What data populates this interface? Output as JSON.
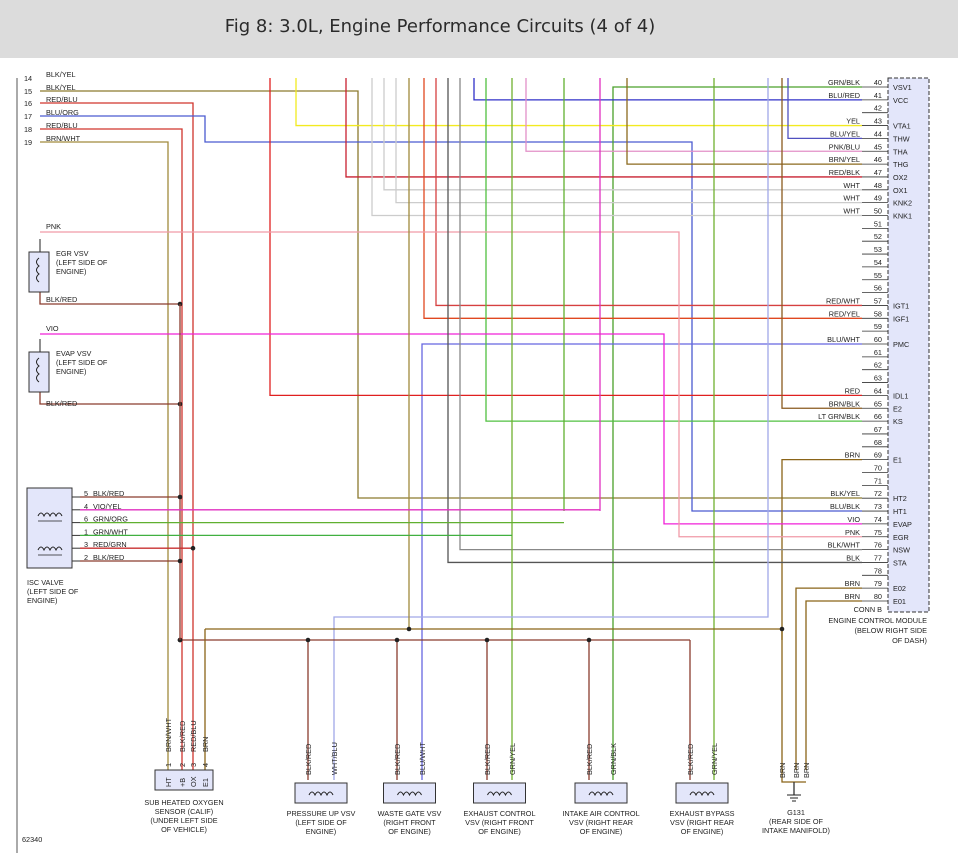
{
  "header": {
    "title": "Fig 8: 3.0L, Engine Performance Circuits (4 of 4)"
  },
  "figure_number": "62340",
  "colors": {
    "BLK/YEL": "#8c7a2e",
    "RED/BLU": "#d0342c",
    "BLU/ORG": "#4a5bd0",
    "BRN/WHT": "#a08a3c",
    "PNK": "#f09aa8",
    "BLK/RED": "#8a3c2e",
    "VIO": "#f020d8",
    "GRN/BLK": "#4aa02a",
    "BLU/RED": "#3030c8",
    "YEL": "#f2ea20",
    "BLU/YEL": "#5050c0",
    "PNK/BLU": "#e290c8",
    "BRN/YEL": "#8c6a1e",
    "RED/BLK": "#c82030",
    "WHT": "#cccccc",
    "RED/WHT": "#d64040",
    "RED/YEL": "#e04820",
    "BLU/WHT": "#6666e0",
    "RED": "#e02020",
    "BRN/BLK": "#8a5a1e",
    "LT GRN/BLK": "#50c040",
    "BRN": "#8a6418",
    "BLK": "#555555",
    "BLK/WHT": "#888888",
    "GRN/ORG": "#60b030",
    "GRN/WHT": "#40b040",
    "RED/GRN": "#c83030",
    "VIO/YEL": "#e030c0",
    "GRN/YEL": "#70b030",
    "WHT/BLU": "#a0a8e8"
  },
  "ecm_pins": [
    {
      "pin": "40",
      "wire": "GRN/BLK",
      "sig": "VSV1"
    },
    {
      "pin": "41",
      "wire": "BLU/RED",
      "sig": "VCC"
    },
    {
      "pin": "42",
      "wire": "",
      "sig": ""
    },
    {
      "pin": "43",
      "wire": "YEL",
      "sig": "VTA1"
    },
    {
      "pin": "44",
      "wire": "BLU/YEL",
      "sig": "THW"
    },
    {
      "pin": "45",
      "wire": "PNK/BLU",
      "sig": "THA"
    },
    {
      "pin": "46",
      "wire": "BRN/YEL",
      "sig": "THG"
    },
    {
      "pin": "47",
      "wire": "RED/BLK",
      "sig": "OX2"
    },
    {
      "pin": "48",
      "wire": "WHT",
      "sig": "OX1"
    },
    {
      "pin": "49",
      "wire": "WHT",
      "sig": "KNK2"
    },
    {
      "pin": "50",
      "wire": "WHT",
      "sig": "KNK1"
    },
    {
      "pin": "51",
      "wire": "",
      "sig": ""
    },
    {
      "pin": "52",
      "wire": "",
      "sig": ""
    },
    {
      "pin": "53",
      "wire": "",
      "sig": ""
    },
    {
      "pin": "54",
      "wire": "",
      "sig": ""
    },
    {
      "pin": "55",
      "wire": "",
      "sig": ""
    },
    {
      "pin": "56",
      "wire": "",
      "sig": ""
    },
    {
      "pin": "57",
      "wire": "RED/WHT",
      "sig": "IGT1"
    },
    {
      "pin": "58",
      "wire": "RED/YEL",
      "sig": "IGF1"
    },
    {
      "pin": "59",
      "wire": "",
      "sig": ""
    },
    {
      "pin": "60",
      "wire": "BLU/WHT",
      "sig": "PMC"
    },
    {
      "pin": "61",
      "wire": "",
      "sig": ""
    },
    {
      "pin": "62",
      "wire": "",
      "sig": ""
    },
    {
      "pin": "63",
      "wire": "",
      "sig": ""
    },
    {
      "pin": "64",
      "wire": "RED",
      "sig": "IDL1"
    },
    {
      "pin": "65",
      "wire": "BRN/BLK",
      "sig": "E2"
    },
    {
      "pin": "66",
      "wire": "LT GRN/BLK",
      "sig": "KS"
    },
    {
      "pin": "67",
      "wire": "",
      "sig": ""
    },
    {
      "pin": "68",
      "wire": "",
      "sig": ""
    },
    {
      "pin": "69",
      "wire": "BRN",
      "sig": "E1"
    },
    {
      "pin": "70",
      "wire": "",
      "sig": ""
    },
    {
      "pin": "71",
      "wire": "",
      "sig": ""
    },
    {
      "pin": "72",
      "wire": "BLK/YEL",
      "sig": "HT2"
    },
    {
      "pin": "73",
      "wire": "BLU/BLK",
      "sig": "HT1"
    },
    {
      "pin": "74",
      "wire": "VIO",
      "sig": "EVAP"
    },
    {
      "pin": "75",
      "wire": "PNK",
      "sig": "EGR"
    },
    {
      "pin": "76",
      "wire": "BLK/WHT",
      "sig": "NSW"
    },
    {
      "pin": "77",
      "wire": "BLK",
      "sig": "STA"
    },
    {
      "pin": "78",
      "wire": "",
      "sig": ""
    },
    {
      "pin": "79",
      "wire": "BRN",
      "sig": "E02"
    },
    {
      "pin": "80",
      "wire": "BRN",
      "sig": "E01"
    }
  ],
  "ecm": {
    "conn_label": "CONN B",
    "label_lines": [
      "ENGINE CONTROL MODULE",
      "(BELOW RIGHT SIDE",
      "OF DASH)"
    ]
  },
  "left_wires": [
    {
      "num": "14",
      "wire": "BLK/YEL"
    },
    {
      "num": "15",
      "wire": "BLK/YEL"
    },
    {
      "num": "16",
      "wire": "RED/BLU"
    },
    {
      "num": "17",
      "wire": "BLU/ORG"
    },
    {
      "num": "18",
      "wire": "RED/BLU"
    },
    {
      "num": "19",
      "wire": "BRN/WHT"
    }
  ],
  "egr_vsv": {
    "wire_top": "PNK",
    "lines": [
      "EGR VSV",
      "(LEFT SIDE OF",
      "ENGINE)"
    ],
    "wire_bottom": "BLK/RED"
  },
  "evap_vsv": {
    "wire_top": "VIO",
    "lines": [
      "EVAP VSV",
      "(LEFT SIDE OF",
      "ENGINE)"
    ],
    "wire_bottom": "BLK/RED"
  },
  "isc_valve": {
    "pins": [
      {
        "pin": "5",
        "wire": "BLK/RED"
      },
      {
        "pin": "4",
        "wire": "VIO/YEL"
      },
      {
        "pin": "6",
        "wire": "GRN/ORG"
      },
      {
        "pin": "1",
        "wire": "GRN/WHT"
      },
      {
        "pin": "3",
        "wire": "RED/GRN"
      },
      {
        "pin": "2",
        "wire": "BLK/RED"
      }
    ],
    "lines": [
      "ISC VALVE",
      "(LEFT SIDE OF",
      "ENGINE)"
    ]
  },
  "o2_sensor": {
    "pins": [
      {
        "num": "1",
        "wire": "BRN/WHT",
        "term": "HT"
      },
      {
        "num": "2",
        "wire": "BLK/RED",
        "term": "+B"
      },
      {
        "num": "3",
        "wire": "RED/BLU",
        "term": "OX"
      },
      {
        "num": "4",
        "wire": "BRN",
        "term": "E1"
      }
    ],
    "lines": [
      "SUB HEATED OXYGEN",
      "SENSOR (CALIF)",
      "(UNDER LEFT SIDE",
      "OF VEHICLE)"
    ]
  },
  "vsvs": [
    {
      "wire1": "BLK/RED",
      "wire2": "WHT/BLU",
      "lines": [
        "PRESSURE UP VSV",
        "(LEFT SIDE OF",
        "ENGINE)"
      ]
    },
    {
      "wire1": "BLK/RED",
      "wire2": "BLU/WHT",
      "lines": [
        "WASTE GATE VSV",
        "(RIGHT FRONT",
        "OF ENGINE)"
      ]
    },
    {
      "wire1": "BLK/RED",
      "wire2": "GRN/YEL",
      "lines": [
        "EXHAUST CONTROL",
        "VSV    (RIGHT FRONT",
        "OF ENGINE)"
      ]
    },
    {
      "wire1": "BLK/RED",
      "wire2": "GRN/BLK",
      "lines": [
        "INTAKE AIR CONTROL",
        "VSV    (RIGHT REAR",
        "OF ENGINE)"
      ]
    },
    {
      "wire1": "BLK/RED",
      "wire2": "GRN/YEL",
      "lines": [
        "EXHAUST BYPASS",
        "VSV    (RIGHT REAR",
        "OF ENGINE)"
      ]
    }
  ],
  "ground": {
    "wires": [
      "BRN",
      "BRN",
      "BRN"
    ],
    "lines": [
      "G131",
      "(REAR SIDE OF",
      "INTAKE MANIFOLD)"
    ]
  }
}
